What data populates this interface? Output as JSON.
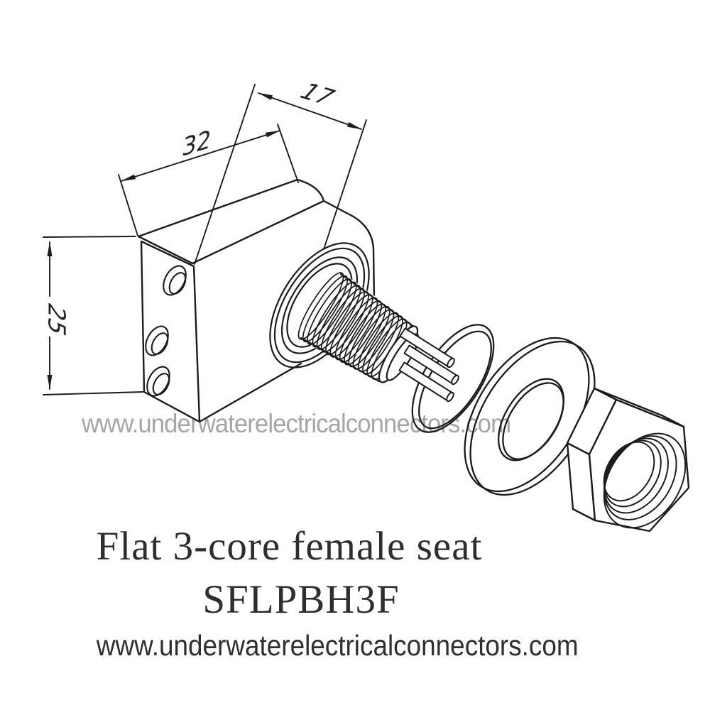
{
  "drawing": {
    "dimensions": {
      "width": "32",
      "barrel_length": "17",
      "height": "25"
    }
  },
  "watermark": {
    "text": "www.underwaterelectricalconnectors.com",
    "color": "#a6a6a6"
  },
  "caption": {
    "line1": "Flat 3-core female seat",
    "model": "SFLPBH3F",
    "color": "#2e2e2e"
  },
  "footer": {
    "url": "www.underwaterelectricalconnectors.com",
    "color": "#2f2f2f"
  },
  "colors": {
    "background": "#ffffff",
    "line": "#1c1c1c",
    "dimension_text": "#222222"
  }
}
